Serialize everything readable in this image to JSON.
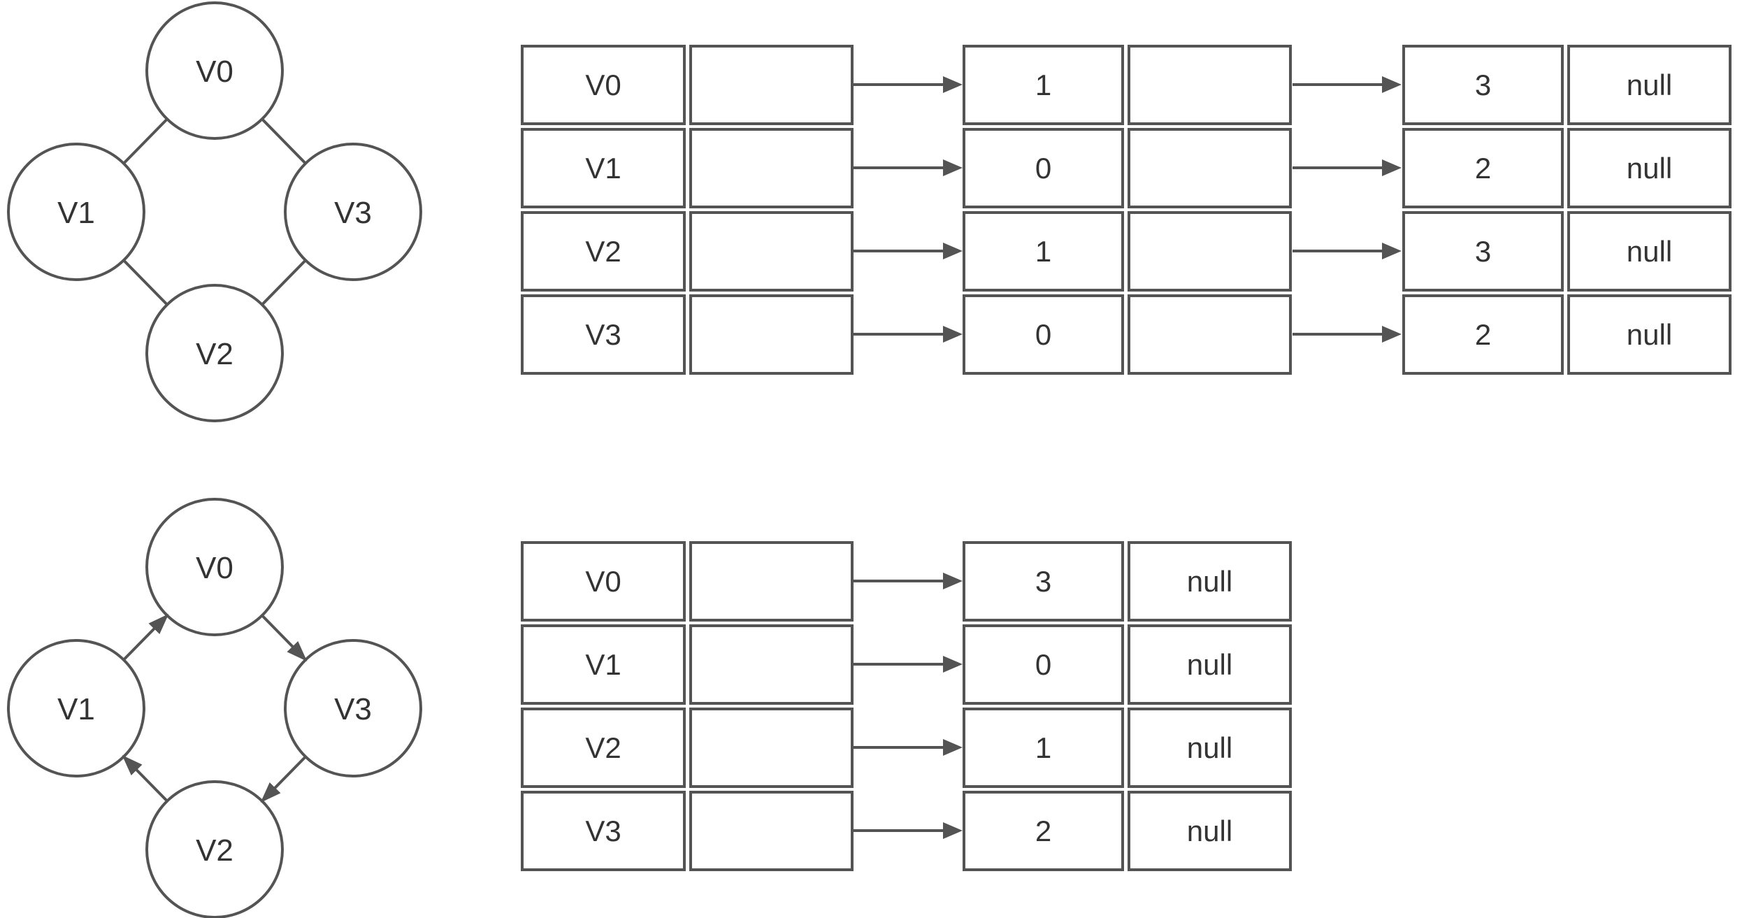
{
  "colors": {
    "stroke": "#545454",
    "text": "#333333",
    "background": "#ffffff"
  },
  "top": {
    "graph": {
      "type": "undirected",
      "vertices": [
        "V0",
        "V1",
        "V2",
        "V3"
      ],
      "edges": [
        "V0-V1",
        "V0-V3",
        "V1-V2",
        "V2-V3"
      ]
    },
    "list": {
      "rows": [
        {
          "vertex": "V0",
          "node1": {
            "value": "1",
            "next": ""
          },
          "node2": {
            "value": "3",
            "next": "null"
          }
        },
        {
          "vertex": "V1",
          "node1": {
            "value": "0",
            "next": ""
          },
          "node2": {
            "value": "2",
            "next": "null"
          }
        },
        {
          "vertex": "V2",
          "node1": {
            "value": "1",
            "next": ""
          },
          "node2": {
            "value": "3",
            "next": "null"
          }
        },
        {
          "vertex": "V3",
          "node1": {
            "value": "0",
            "next": ""
          },
          "node2": {
            "value": "2",
            "next": "null"
          }
        }
      ]
    }
  },
  "bottom": {
    "graph": {
      "type": "directed",
      "vertices": [
        "V0",
        "V1",
        "V2",
        "V3"
      ],
      "edges": [
        "V1->V0",
        "V0->V3",
        "V3->V2",
        "V2->V1"
      ]
    },
    "list": {
      "rows": [
        {
          "vertex": "V0",
          "node1": {
            "value": "3",
            "next": "null"
          }
        },
        {
          "vertex": "V1",
          "node1": {
            "value": "0",
            "next": "null"
          }
        },
        {
          "vertex": "V2",
          "node1": {
            "value": "1",
            "next": "null"
          }
        },
        {
          "vertex": "V3",
          "node1": {
            "value": "2",
            "next": "null"
          }
        }
      ]
    }
  }
}
